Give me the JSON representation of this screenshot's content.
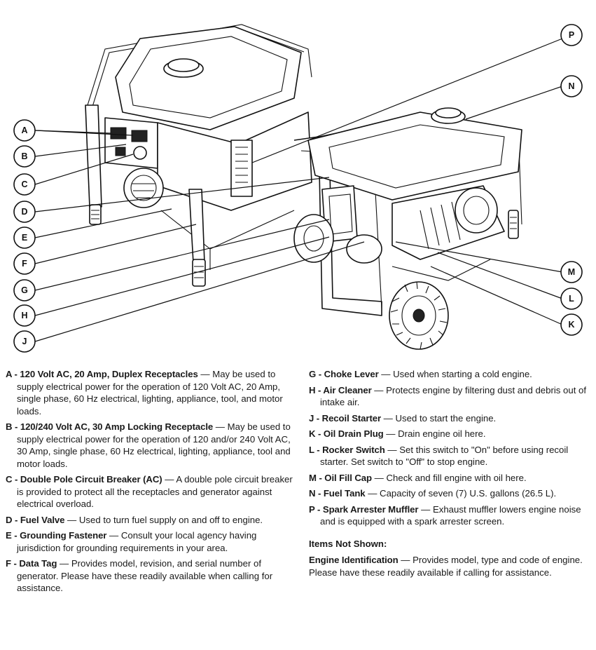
{
  "callouts": [
    "A",
    "B",
    "C",
    "D",
    "E",
    "F",
    "G",
    "H",
    "J",
    "K",
    "L",
    "M",
    "N",
    "P"
  ],
  "left_items": [
    {
      "key": "A - 120 Volt AC, 20 Amp, Duplex Receptacles",
      "sep": " — ",
      "desc": "May be used to supply electrical power for the operation of 120 Volt AC, 20 Amp, single phase, 60 Hz electrical, lighting, appliance, tool, and motor loads."
    },
    {
      "key": "B - 120/240 Volt AC, 30 Amp Locking Receptacle",
      "sep": " — ",
      "desc": "May be used to supply electrical power for the operation of 120 and/or 240 Volt AC, 30 Amp, single phase, 60 Hz electrical, lighting, appliance, tool and motor loads."
    },
    {
      "key": "C - Double Pole Circuit Breaker (AC)",
      "sep": " — ",
      "desc": "A double pole circuit breaker is provided to protect all the receptacles and generator against electrical overload."
    },
    {
      "key": "D - Fuel Valve",
      "sep": " — ",
      "desc": "Used to turn fuel supply on and off to engine."
    },
    {
      "key": "E - Grounding Fastener",
      "sep": " — ",
      "desc": "Consult your local agency having jurisdiction for grounding requirements in your area."
    },
    {
      "key": "F - Data Tag",
      "sep": " — ",
      "desc": "Provides model, revision, and serial number of generator. Please have these readily available when calling for assistance."
    }
  ],
  "right_items": [
    {
      "key": "G - Choke Lever",
      "sep": " — ",
      "desc": "Used when starting a cold engine."
    },
    {
      "key": "H - Air Cleaner",
      "sep": " — ",
      "desc": "Protects engine by filtering dust and debris out of intake air."
    },
    {
      "key": "J - Recoil Starter",
      "sep": " — ",
      "desc": "Used to start the engine."
    },
    {
      "key": "K - Oil Drain Plug",
      "sep": " — ",
      "desc": "Drain engine oil here."
    },
    {
      "key": "L - Rocker Switch",
      "sep": " — ",
      "desc": "Set this switch to \"On\" before using recoil starter. Set switch to \"Off\" to stop engine."
    },
    {
      "key": "M - Oil Fill Cap",
      "sep": " — ",
      "desc": "Check and fill engine with oil here."
    },
    {
      "key": "N - Fuel Tank",
      "sep": " — ",
      "desc": "Capacity of seven (7) U.S. gallons (26.5 L)."
    },
    {
      "key": "P - Spark Arrester Muffler",
      "sep": " — ",
      "desc": "Exhaust muffler lowers engine noise and is equipped with a spark arrester screen."
    }
  ],
  "not_shown": {
    "heading": "Items Not Shown:",
    "key": "Engine Identification",
    "sep": " — ",
    "desc": "Provides model, type and code of engine. Please have these readily available if calling for assistance."
  }
}
